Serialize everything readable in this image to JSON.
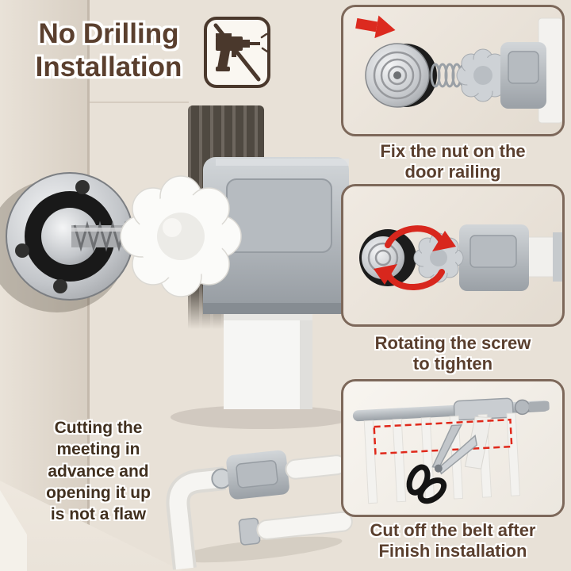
{
  "title": {
    "text": "No Drilling\nInstallation"
  },
  "badge": {
    "icon": "no-drilling-icon"
  },
  "steps": [
    {
      "caption": "Fix the nut on the\ndoor railing",
      "icon": "red-arrow-icon"
    },
    {
      "caption": "Rotating the screw\nto tighten",
      "icon": "rotation-arrows-icon"
    },
    {
      "caption": "Cut off the belt after\nFinish installation",
      "icon": "scissors-icon"
    }
  ],
  "note": {
    "text": "Cutting the\nmeeting in\nadvance and\nopening it up\nis not a flaw"
  },
  "colors": {
    "background": "#e8e1d7",
    "text_brown": "#5a3f2e",
    "note_brown": "#41301f",
    "panel_border": "#7d685a",
    "accent_red": "#dc2a1f",
    "metal_gray": "#b3b8bd",
    "part_white": "#f6f6f4",
    "rubber_black": "#1c1c1c"
  }
}
